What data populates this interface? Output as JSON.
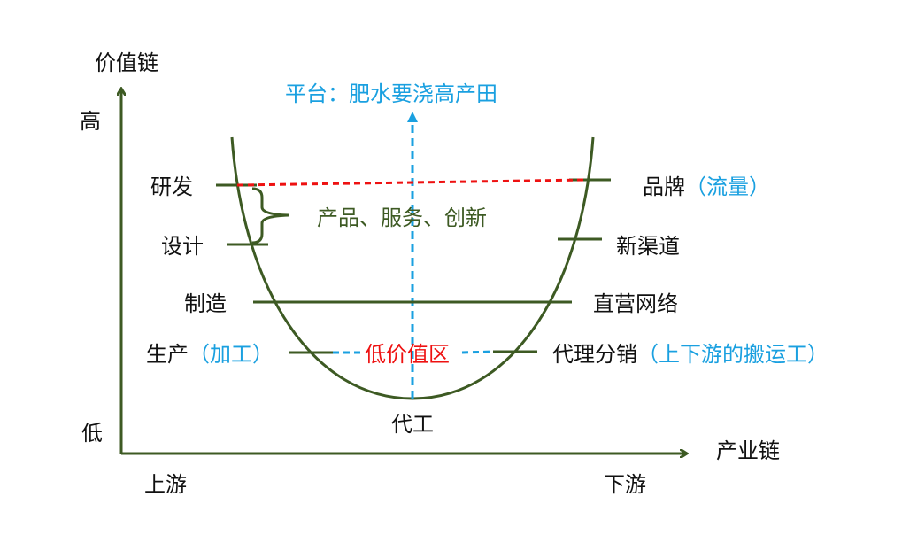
{
  "axes": {
    "y_label": "价值链",
    "y_high": "高",
    "y_low": "低",
    "x_label": "产业链",
    "x_left": "上游",
    "x_right": "下游"
  },
  "platform": {
    "label": "平台：肥水要浇高产田"
  },
  "left_stages": {
    "research": "研发",
    "design": "设计",
    "manufacture": "制造",
    "production": "生产",
    "production_note": "（加工）"
  },
  "right_stages": {
    "brand": "品牌",
    "brand_note": "（流量）",
    "new_channel": "新渠道",
    "direct_network": "直营网络",
    "distribution": "代理分销",
    "distribution_note": "（上下游的搬运工）"
  },
  "center": {
    "innovation": "产品、服务、创新",
    "low_value_zone": "低价值区",
    "oem": "代工"
  },
  "colors": {
    "curve": "#3d5a23",
    "axis": "#3d5a23",
    "platform_blue": "#1aa0e0",
    "red_line": "#ee1111",
    "low_value_red": "#ee1111",
    "innovation_green": "#3d5a23",
    "text": "#111111"
  }
}
